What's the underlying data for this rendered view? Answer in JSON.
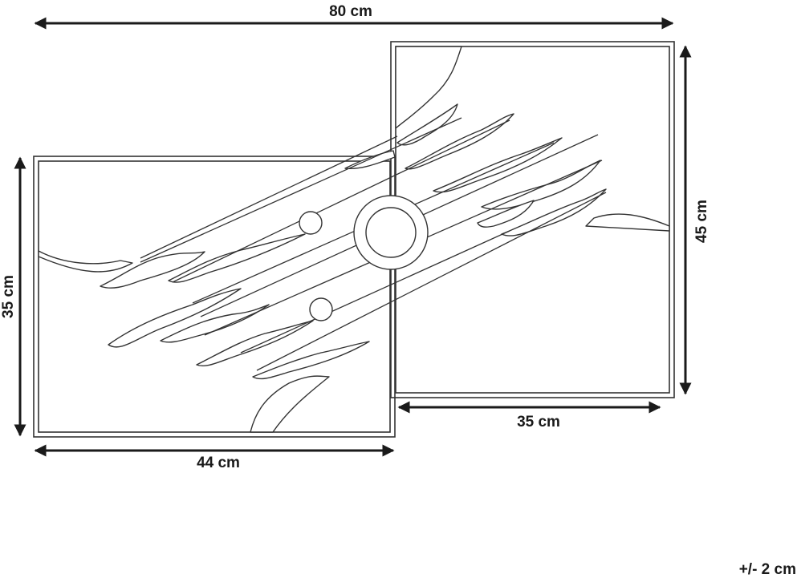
{
  "dimensions": {
    "total_width": "80 cm",
    "right_height": "45 cm",
    "left_height": "35 cm",
    "left_width": "44 cm",
    "right_width": "35 cm"
  },
  "tolerance": "+/- 2 cm"
}
